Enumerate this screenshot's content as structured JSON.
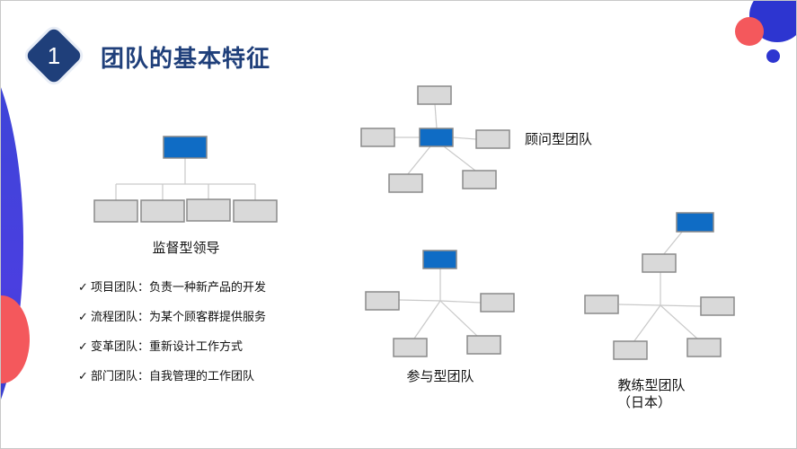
{
  "title": "团队的基本特征",
  "badge_number": "1",
  "labels": {
    "supervisory": "监督型领导",
    "advisory": "顾问型团队",
    "participative": "参与型团队",
    "coaching_line1": "教练型团队",
    "coaching_line2": "（日本）"
  },
  "bullets": [
    "项目团队：负责一种新产品的开发",
    "流程团队：为某个顾客群提供服务",
    "变革团队：重新设计工作方式",
    "部门团队：自我管理的工作团队"
  ],
  "colors": {
    "title": "#1f3f7a",
    "leader_box": "#0f6cc5",
    "member_box": "#d9d9d9",
    "line": "#c9c9c9",
    "accent_blue": "#2d35d0",
    "accent_red": "#f4585c"
  },
  "icons": {
    "bullet": "checkmark-icon"
  }
}
